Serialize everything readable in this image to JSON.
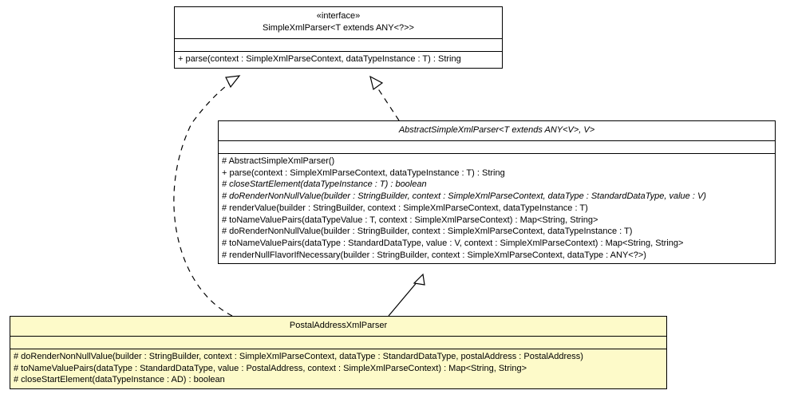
{
  "diagram": {
    "title": "UML class diagram",
    "background_color": "#ffffff",
    "line_color": "#000000",
    "highlight_fill": "#fdfac9"
  },
  "classes": [
    {
      "id": "simplexmlparser",
      "stereotype": "«interface»",
      "name": "SimpleXmlParser<T extends ANY<?>>",
      "abstract": false,
      "attributes": [],
      "operations": [
        {
          "text": "+ parse(context : SimpleXmlParseContext, dataTypeInstance : T) : String",
          "abstract": false
        }
      ]
    },
    {
      "id": "abstractsimplexmlparser",
      "stereotype": "",
      "name": "AbstractSimpleXmlParser<T extends ANY<V>, V>",
      "abstract": true,
      "attributes": [],
      "operations": [
        {
          "text": "# AbstractSimpleXmlParser()",
          "abstract": false
        },
        {
          "text": "+ parse(context : SimpleXmlParseContext, dataTypeInstance : T) : String",
          "abstract": false
        },
        {
          "text": "# closeStartElement(dataTypeInstance : T) : boolean",
          "abstract": true
        },
        {
          "text": "# doRenderNonNullValue(builder : StringBuilder, context : SimpleXmlParseContext, dataType : StandardDataType, value : V)",
          "abstract": true
        },
        {
          "text": "# renderValue(builder : StringBuilder, context : SimpleXmlParseContext, dataTypeInstance : T)",
          "abstract": false
        },
        {
          "text": "# toNameValuePairs(dataTypeValue : T, context : SimpleXmlParseContext) : Map<String, String>",
          "abstract": false
        },
        {
          "text": "# doRenderNonNullValue(builder : StringBuilder, context : SimpleXmlParseContext, dataTypeInstance : T)",
          "abstract": false
        },
        {
          "text": "# toNameValuePairs(dataType : StandardDataType, value : V, context : SimpleXmlParseContext) : Map<String, String>",
          "abstract": false
        },
        {
          "text": "# renderNullFlavorIfNecessary(builder : StringBuilder, context : SimpleXmlParseContext, dataType : ANY<?>)",
          "abstract": false
        }
      ]
    },
    {
      "id": "postaladdressxmlparser",
      "stereotype": "",
      "name": "PostalAddressXmlParser",
      "abstract": false,
      "highlighted": true,
      "attributes": [],
      "operations": [
        {
          "text": "# doRenderNonNullValue(builder : StringBuilder, context : SimpleXmlParseContext, dataType : StandardDataType, postalAddress : PostalAddress)",
          "abstract": false
        },
        {
          "text": "# toNameValuePairs(dataType : StandardDataType, value : PostalAddress, context : SimpleXmlParseContext) : Map<String, String>",
          "abstract": false
        },
        {
          "text": "# closeStartElement(dataTypeInstance : AD) : boolean",
          "abstract": false
        }
      ]
    }
  ],
  "relationships": [
    {
      "id": "abstract-realizes-interface",
      "type": "realization",
      "line_style": "dashed",
      "arrowhead": "hollow-triangle",
      "from": "AbstractSimpleXmlParser<T extends ANY<V>, V>",
      "to": "SimpleXmlParser<T extends ANY<?>>"
    },
    {
      "id": "postaladdress-realizes-interface",
      "type": "realization",
      "line_style": "dashed",
      "arrowhead": "hollow-triangle",
      "from": "PostalAddressXmlParser",
      "to": "SimpleXmlParser<T extends ANY<?>>"
    },
    {
      "id": "postaladdress-extends-abstract",
      "type": "generalization",
      "line_style": "solid",
      "arrowhead": "hollow-triangle",
      "from": "PostalAddressXmlParser",
      "to": "AbstractSimpleXmlParser<T extends ANY<V>, V>"
    }
  ]
}
